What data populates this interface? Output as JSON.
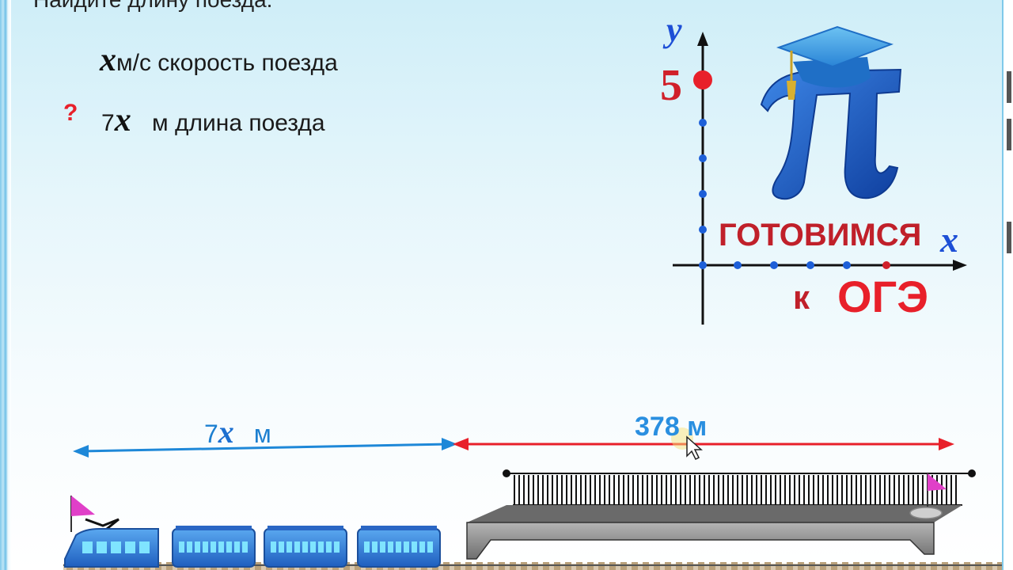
{
  "slide": {
    "heading": "Найдите длину поезда.",
    "speed_line": {
      "variable": "x",
      "text": "м/с скорость поезда"
    },
    "question_mark": "?",
    "length_line": {
      "coefficient": "7",
      "variable": "x",
      "text": " м длина поезда"
    }
  },
  "diagram": {
    "train_length_label": {
      "coefficient": "7",
      "variable": "x",
      "unit": " м"
    },
    "bridge_length_label": "378 м",
    "colors": {
      "train_arrow": "#1e88d8",
      "bridge_arrow": "#e8202a",
      "train_cars": "#2f7fdc",
      "bridge_deck": "#8c8c8c",
      "flag": "#e040c8"
    }
  },
  "logo": {
    "axis_y_label": "y",
    "axis_x_label": "x",
    "axis_value": "5",
    "line1": "ГОТОВИМСЯ",
    "line2_k": "к",
    "line2_oge": "ОГЭ",
    "colors": {
      "axis_points": "#1d5fd8",
      "red": "#d0202a",
      "pi": "#1a5fcf",
      "cap": "#3a9de0"
    }
  }
}
